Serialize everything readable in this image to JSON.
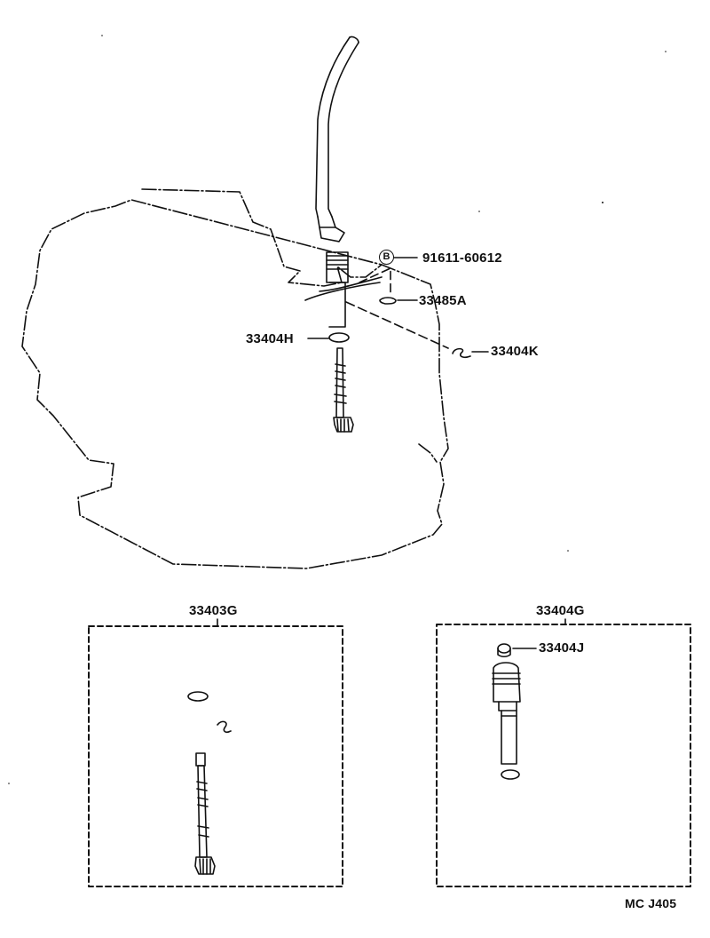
{
  "parts": {
    "bolt": "91611-60612",
    "bolt_mark": "B",
    "plate": "33485A",
    "o_ring": "33404H",
    "clip": "33404K",
    "gear_kit": "33403G",
    "sleeve_kit": "33404G",
    "oil_seal": "33404J"
  },
  "footer": {
    "code": "MC J405"
  },
  "colors": {
    "ink": "#111111",
    "background": "#ffffff"
  }
}
